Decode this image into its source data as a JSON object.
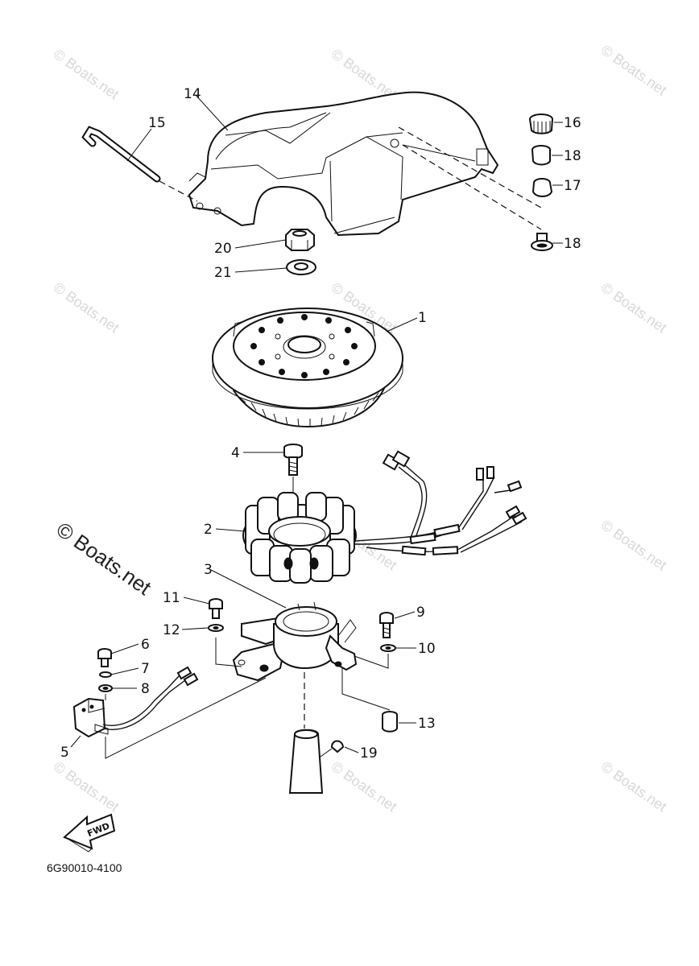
{
  "diagram_code": "6G90010-4100",
  "watermark": "© Boats.net",
  "fwd_label": "FWD",
  "callouts": {
    "c1": "1",
    "c2": "2",
    "c3": "3",
    "c4": "4",
    "c5": "5",
    "c6": "6",
    "c7": "7",
    "c8": "8",
    "c9": "9",
    "c10": "10",
    "c11": "11",
    "c12": "12",
    "c13": "13",
    "c14": "14",
    "c15": "15",
    "c16": "16",
    "c17": "17",
    "c18a": "18",
    "c18b": "18",
    "c19": "19",
    "c20": "20",
    "c21": "21"
  }
}
